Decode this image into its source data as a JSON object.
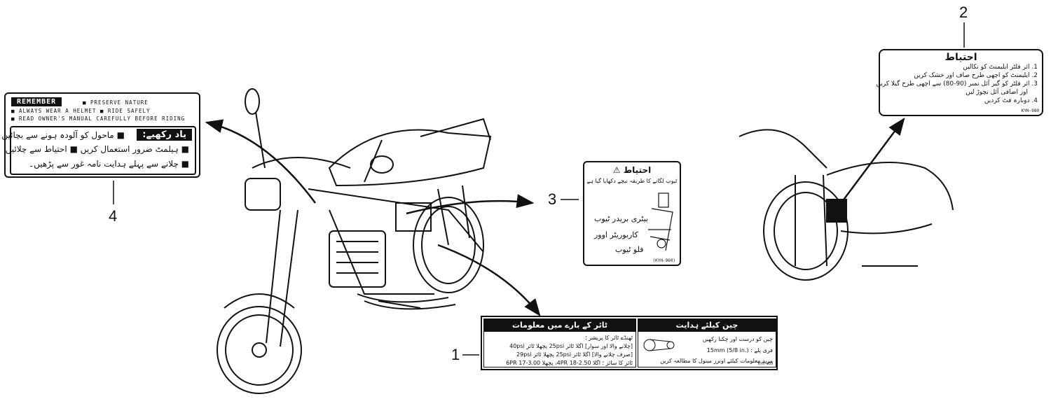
{
  "callouts": {
    "n1": "1",
    "n2": "2",
    "n3": "3",
    "n4": "4"
  },
  "label4": {
    "remember": "REMEMBER",
    "en_line1": "■ PRESERVE NATURE",
    "en_line2": "■ ALWAYS WEAR A HELMET   ■ RIDE SAFELY",
    "en_line3": "■ READ OWNER'S MANUAL CAREFULLY BEFORE RIDING",
    "ur_head": "یاد رکھیے:",
    "ur_line1": "■ ماحول کو آلودہ ہونے سے بچائیں",
    "ur_line2": "■ ہیلمٹ ضرور استعمال کریں ■ احتیاط سے چلائیں",
    "ur_line3": "■ چلانے سے پہلے ہدایت نامہ غور سے پڑھیں۔"
  },
  "label2": {
    "head": "احتیاط",
    "line1": "1. ائر فلٹر ایلیمنٹ کو نکالیں",
    "line2": "2. ایلیمنٹ کو اچھی طرح صاف اور خشک کریں",
    "line3": "3. ائر فلٹر کو گیر آئل نمبر (90-80) سے اچھی طرح گیلا کریں",
    "line4": "اور اضافی آئل نچوڑ لیں",
    "line5": "4. دوبارہ فٹ کردیں",
    "code": "KYH-980"
  },
  "label3": {
    "head": "احتیاط ⚠",
    "sub": "ٹیوب لگانے کا طریقہ نیچے دکھایا گیا ہے",
    "tube1": "بیٹری بریدر ٹیوب",
    "tube2": "کاربوریٹر اوور",
    "tube3": "فلو ٹیوب",
    "code": "(KYH-960)"
  },
  "label1": {
    "tyre_head": "ٹائر کے بارے میں معلومات",
    "tyre_r1": "ٹھنڈے ٹائر کا پریشر ؛",
    "tyre_r2": "[چلانے والا اور سوار] اگلا ٹائر 25psi پچھلا ٹائر 40psi",
    "tyre_r3": "[صرف چلانے والا] اگلا ٹائر 25psi پچھلا ٹائر 29psi",
    "tyre_r4": "ٹائر کا سائز ؛ اگلا 2.50-18 4PR، پچھلا 3.00-17 6PR",
    "chain_head": "چین کیلئے ہدایت",
    "chain_r1": "چین کو درست اور چکنا رکھیں",
    "chain_r2": "فری پلے : 15mm (5/8 in.)",
    "chain_r3": "مزید معلومات کیلئے اونرز مینول کا مطالعہ کریں",
    "code": "KYH-950"
  }
}
